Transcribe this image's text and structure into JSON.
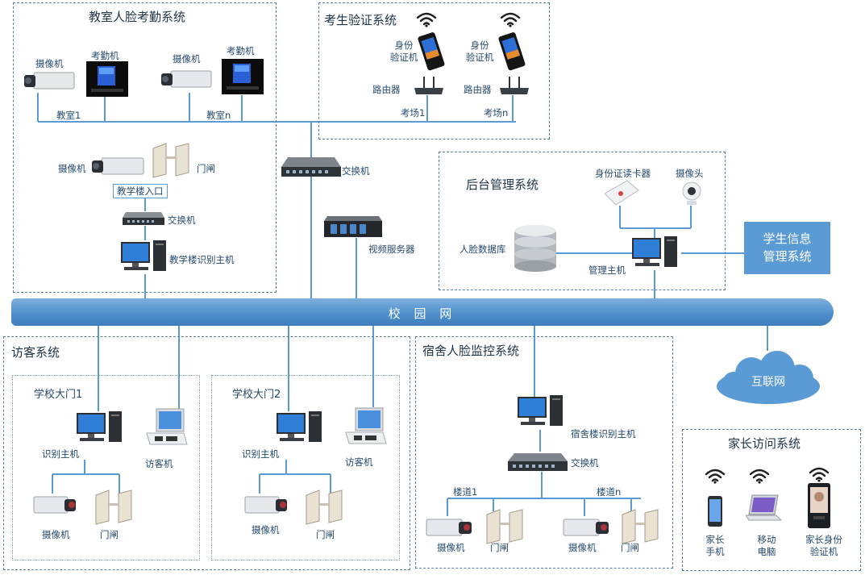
{
  "sections": {
    "classroom": "教室人脸考勤系统",
    "exam": "考生验证系统",
    "backend": "后台管理系统",
    "visitor": "访客系统",
    "dorm": "宿舍人脸监控系统",
    "parent": "家长访问系统"
  },
  "bus_label": "校 园 网",
  "internet_label": "互联网",
  "student_info": [
    "学生信息",
    "管理系统"
  ],
  "classroom": {
    "camera": "摄像机",
    "attendance": "考勤机",
    "room1": "教室1",
    "roomn": "教室n",
    "gate_camera": "摄像机",
    "gate": "门闸",
    "entrance": "教学楼入口",
    "switch": "交换机",
    "host": "教学楼识别主机"
  },
  "exam": {
    "verifier": [
      "身份",
      "验证机"
    ],
    "router": "路由器",
    "hall1": "考场1",
    "halln": "考场n"
  },
  "core": {
    "switch": "交换机",
    "video_server": "视频服务器"
  },
  "backend": {
    "id_reader": "身份证读卡器",
    "webcam": "摄像头",
    "database": "人脸数据库",
    "host": "管理主机"
  },
  "visitor": {
    "gate1": "学校大门1",
    "gate2": "学校大门2",
    "host": "识别主机",
    "kiosk": "访客机",
    "camera": "摄像机",
    "gate": "门闸"
  },
  "dorm": {
    "host": "宿舍楼识别主机",
    "switch": "交换机",
    "corridor1": "楼道1",
    "corridorn": "楼道n",
    "camera": "摄像机",
    "gate": "门闸"
  },
  "parent": {
    "phone": [
      "家长",
      "手机"
    ],
    "laptop": [
      "移动",
      "电脑"
    ],
    "verifier": [
      "家长身份",
      "验证机"
    ]
  },
  "colors": {
    "line": "#5b9bd5",
    "box": "#5b7fa6",
    "bus": "#5b9bd5",
    "text": "#244a6e"
  }
}
